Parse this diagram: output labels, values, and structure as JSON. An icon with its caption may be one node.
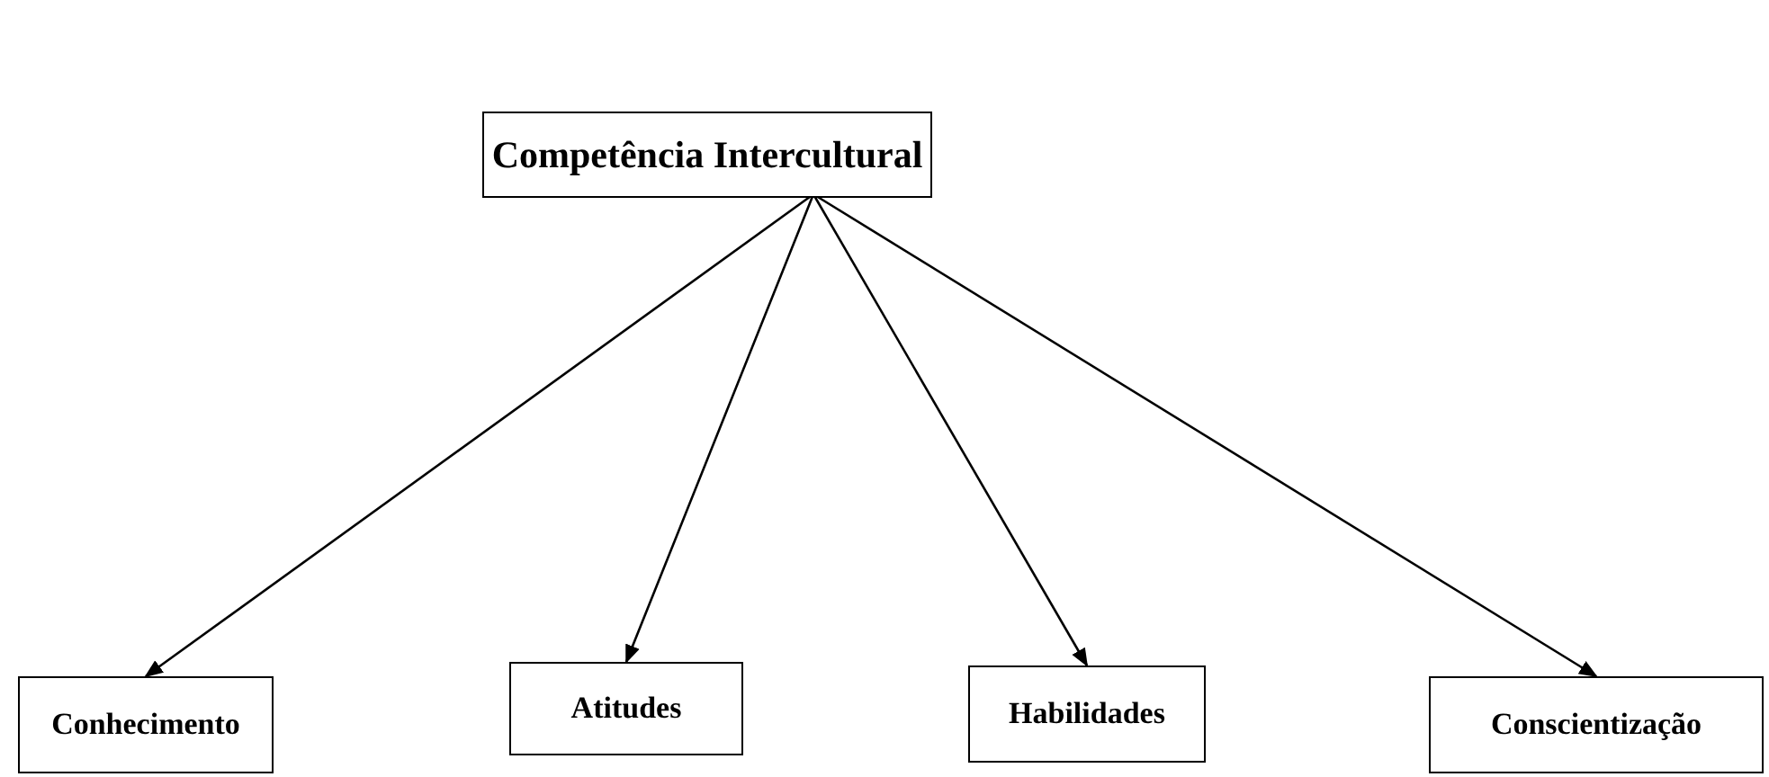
{
  "diagram": {
    "nodes": [
      {
        "text": [
          "Competência Intercultural"
        ]
      },
      {
        "text": [
          "Conhecimento"
        ]
      },
      {
        "text": [
          "Atitudes"
        ]
      },
      {
        "text": [
          "Habilidades"
        ]
      },
      {
        "text": [
          "Conscientização"
        ]
      }
    ],
    "edges": [
      {
        "from": 0,
        "to": 1,
        "arrow": "to"
      },
      {
        "from": 0,
        "to": 2,
        "arrow": "to"
      },
      {
        "from": 0,
        "to": 3,
        "arrow": "to"
      },
      {
        "from": 0,
        "to": 4,
        "arrow": "to"
      }
    ]
  }
}
